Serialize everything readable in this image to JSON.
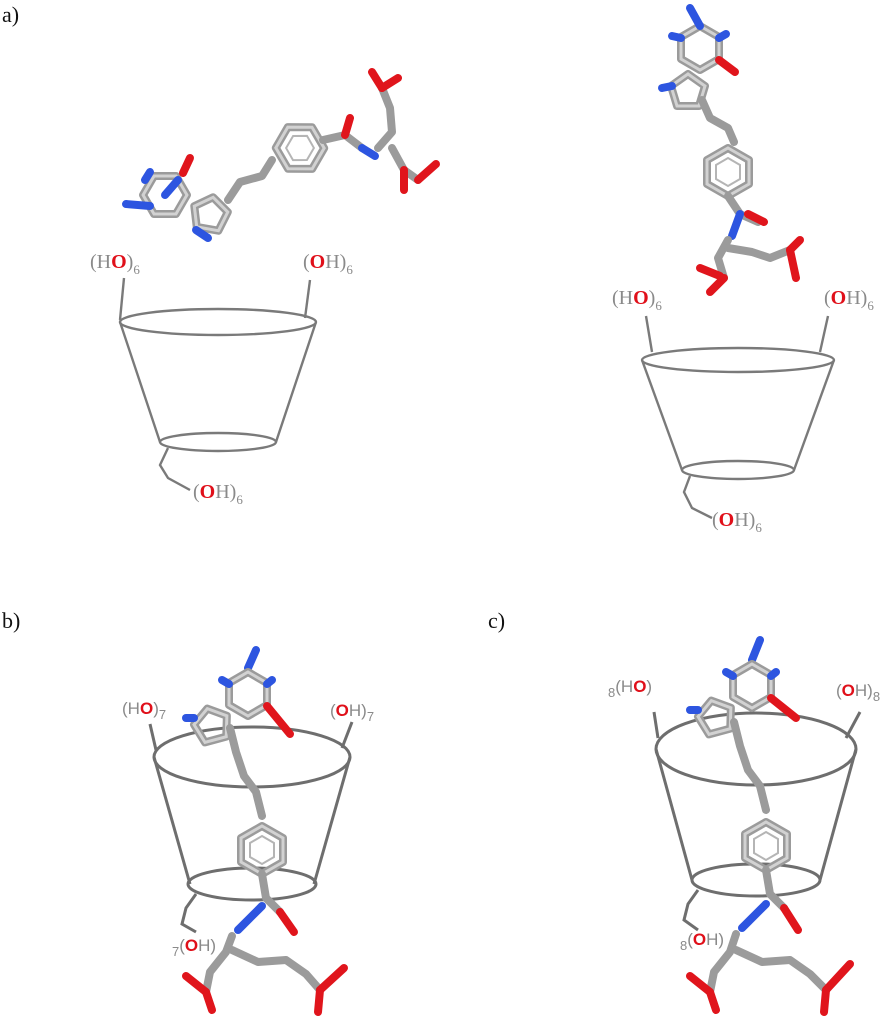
{
  "panels": [
    {
      "label": "a)"
    },
    {
      "label": "b)"
    },
    {
      "label": "c)"
    }
  ],
  "hydroxyl_labels": {
    "a_left_top": {
      "pre": "(H",
      "o": "O",
      "post": ")",
      "sub": "6"
    },
    "a_left_right": {
      "pre": "(",
      "o": "O",
      "post": "H)",
      "sub": "6"
    },
    "a_left_bottom": {
      "pre": "(",
      "o": "O",
      "post": "H)",
      "sub": "6"
    },
    "a_right_top": {
      "pre": "(H",
      "o": "O",
      "post": ")",
      "sub": "6"
    },
    "a_right_right": {
      "pre": "(",
      "o": "O",
      "post": "H)",
      "sub": "6"
    },
    "a_right_bottom": {
      "pre": "(",
      "o": "O",
      "post": "H)",
      "sub": "6"
    },
    "b_left": {
      "pre": "(H",
      "o": "O",
      "post": ")",
      "sub": "7"
    },
    "b_right": {
      "pre": "(",
      "o": "O",
      "post": "H)",
      "sub": "7"
    },
    "b_bottom": {
      "presub": "7",
      "pre": "(",
      "o": "O",
      "post": "H)"
    },
    "c_left": {
      "presub": "8",
      "pre": "(H",
      "o": "O",
      "post": ")"
    },
    "c_right": {
      "pre": "(",
      "o": "O",
      "post": "H)",
      "sub": "8"
    },
    "c_bottom": {
      "presub": "8",
      "pre": "(",
      "o": "O",
      "post": "H)"
    }
  },
  "colors": {
    "carbon": "#9b9b9b",
    "nitrogen": "#2d55e0",
    "oxygen": "#e0151c",
    "cyclodextrin_outline": "#7a7a7a"
  }
}
